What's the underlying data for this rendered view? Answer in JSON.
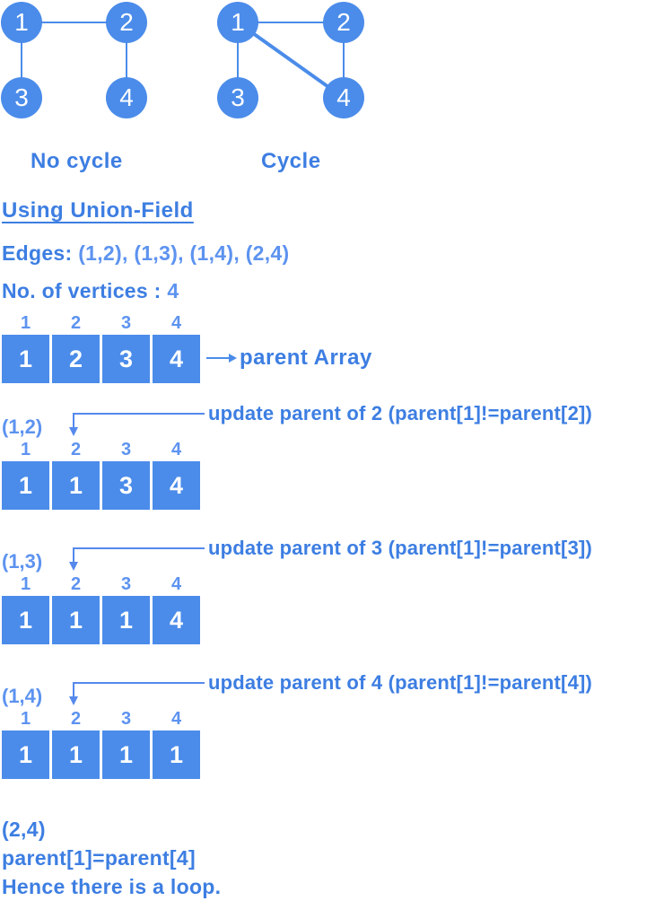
{
  "colors": {
    "node_fill": "#4b8cea",
    "text_dark_blue": "#3d7ee2",
    "text_light_blue": "#5d93f0",
    "cell_text": "#ffffff"
  },
  "graphs": [
    {
      "label": "No cycle",
      "nodes": [
        "1",
        "2",
        "3",
        "4"
      ],
      "edges": [
        [
          1,
          2
        ],
        [
          1,
          3
        ],
        [
          2,
          4
        ]
      ]
    },
    {
      "label": "Cycle",
      "nodes": [
        "1",
        "2",
        "3",
        "4"
      ],
      "edges": [
        [
          1,
          2
        ],
        [
          1,
          3
        ],
        [
          2,
          4
        ],
        [
          1,
          4
        ]
      ]
    }
  ],
  "heading": "Using Union-Field",
  "edges_line": {
    "label": "Edges:",
    "value": "(1,2), (1,3), (1,4), (2,4)"
  },
  "vertices_line": {
    "label": "No. of vertices :",
    "value": "4"
  },
  "parent_array": {
    "indices": [
      "1",
      "2",
      "3",
      "4"
    ],
    "values": [
      "1",
      "2",
      "3",
      "4"
    ],
    "caption": "parent Array"
  },
  "steps": [
    {
      "edge": "(1,2)",
      "annotation": "update parent of 2 (parent[1]!=parent[2])",
      "indices": [
        "1",
        "2",
        "3",
        "4"
      ],
      "values": [
        "1",
        "1",
        "3",
        "4"
      ]
    },
    {
      "edge": "(1,3)",
      "annotation": "update parent of 3 (parent[1]!=parent[3])",
      "indices": [
        "1",
        "2",
        "3",
        "4"
      ],
      "values": [
        "1",
        "1",
        "1",
        "4"
      ]
    },
    {
      "edge": "(1,4)",
      "annotation": "update parent of 4 (parent[1]!=parent[4])",
      "indices": [
        "1",
        "2",
        "3",
        "4"
      ],
      "values": [
        "1",
        "1",
        "1",
        "1"
      ]
    }
  ],
  "conclusion": {
    "edge": "(2,4)",
    "line1": "parent[1]=parent[4]",
    "line2": "Hence there is a loop."
  }
}
